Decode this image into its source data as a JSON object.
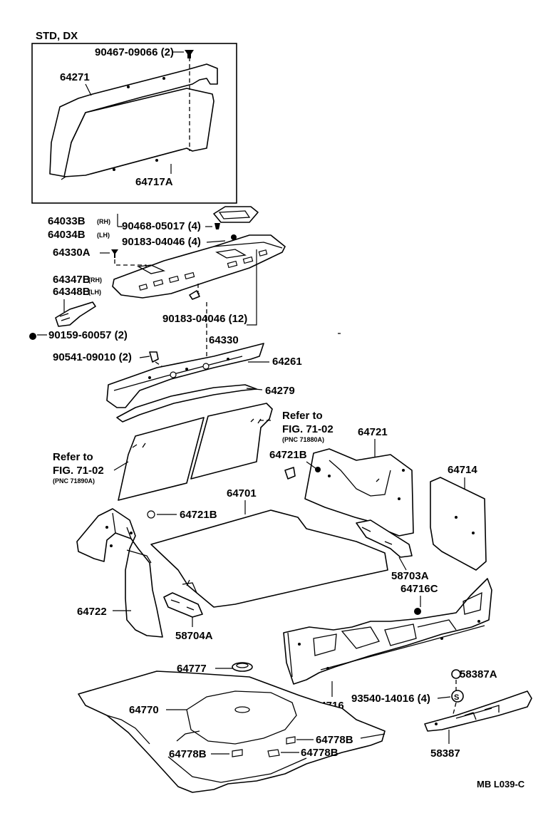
{
  "header": {
    "variant": "STD, DX"
  },
  "footer": {
    "code": "MB  L039-C"
  },
  "refs": {
    "right": {
      "line1": "Refer to",
      "line2": "FIG. 71-02",
      "line3": "(PNC 71880A)"
    },
    "left": {
      "line1": "Refer to",
      "line2": "FIG. 71-02",
      "line3": "(PNC 71890A)"
    }
  },
  "labels": {
    "p90467": "90467-09066 (2)",
    "p64271": "64271",
    "p64717A": "64717A",
    "p64033B": "64033B",
    "p64033B_side": "(RH)",
    "p64034B": "64034B",
    "p64034B_side": "(LH)",
    "p90468": "90468-05017 (4)",
    "p90183a": "90183-04046 (4)",
    "p64330A": "64330A",
    "p64347B": "64347B",
    "p64347B_side": "(RH)",
    "p64348B": "64348B",
    "p64348B_side": "(LH)",
    "p90183b": "90183-04046 (12)",
    "p90159": "90159-60057 (2)",
    "p64330": "64330",
    "p90541": "90541-09010 (2)",
    "p64261": "64261",
    "p64279": "64279",
    "p64721": "64721",
    "p64721B_a": "64721B",
    "p64714": "64714",
    "p64701": "64701",
    "p64721B_b": "64721B",
    "p58703A": "58703A",
    "p64716C": "64716C",
    "p64722": "64722",
    "p58704A": "58704A",
    "p64777": "64777",
    "p58387A": "58387A",
    "p93540": "93540-14016 (4)",
    "p64770": "64770",
    "p64716": "64716",
    "p64778B_a": "64778B",
    "p64778B_b": "64778B",
    "p64778B_c": "64778B",
    "p58387": "58387"
  }
}
